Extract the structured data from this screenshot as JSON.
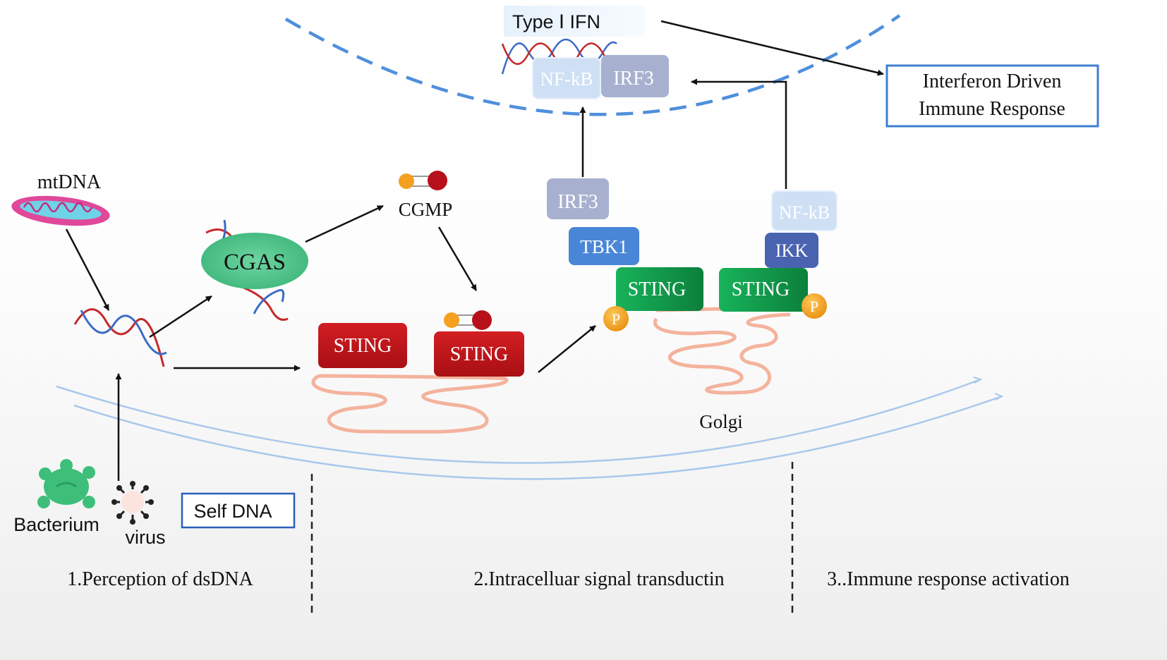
{
  "colors": {
    "sting_red": "#c0171c",
    "sting_green": "#12a050",
    "cgas_green": "#4fc489",
    "tbk1_blue": "#4a86d8",
    "ikk_blue": "#4a63b0",
    "irf3_gray": "#a7b1cf",
    "nfkb_light": "#cfe0f5",
    "membrane_blue": "#4f8fdc",
    "phospho_orange": "#f5a01e",
    "er_pink": "#f4b39d",
    "mito_pink": "#e0489a"
  },
  "labels": {
    "type_ifn": "Type Ⅰ IFN",
    "nfkb_nucleus": "NF-kB",
    "irf3_nucleus": "IRF3",
    "interferon_line1": "Interferon Driven",
    "interferon_line2": "Immune Response",
    "mtdna": "mtDNA",
    "cgas": "CGAS",
    "cgmp": "CGMP",
    "sting_1": "STING",
    "sting_2": "STING",
    "sting_3": "STING",
    "sting_4": "STING",
    "irf3": "IRF3",
    "tbk1": "TBK1",
    "nfkb": "NF-kB",
    "ikk": "IKK",
    "p": "P",
    "golgi": "Golgi",
    "bacterium": "Bacterium",
    "virus": "virus",
    "self_dna": "Self DNA",
    "stage_1": "1.Perception of dsDNA",
    "stage_2": "2.Intracelluar signal transductin",
    "stage_3": "3..Immune response activation"
  },
  "icons": [
    "mitochondrion-icon",
    "dna-helix-icon",
    "bacterium-icon",
    "virus-icon",
    "cgamp-molecule-icon",
    "phosphate-icon"
  ]
}
